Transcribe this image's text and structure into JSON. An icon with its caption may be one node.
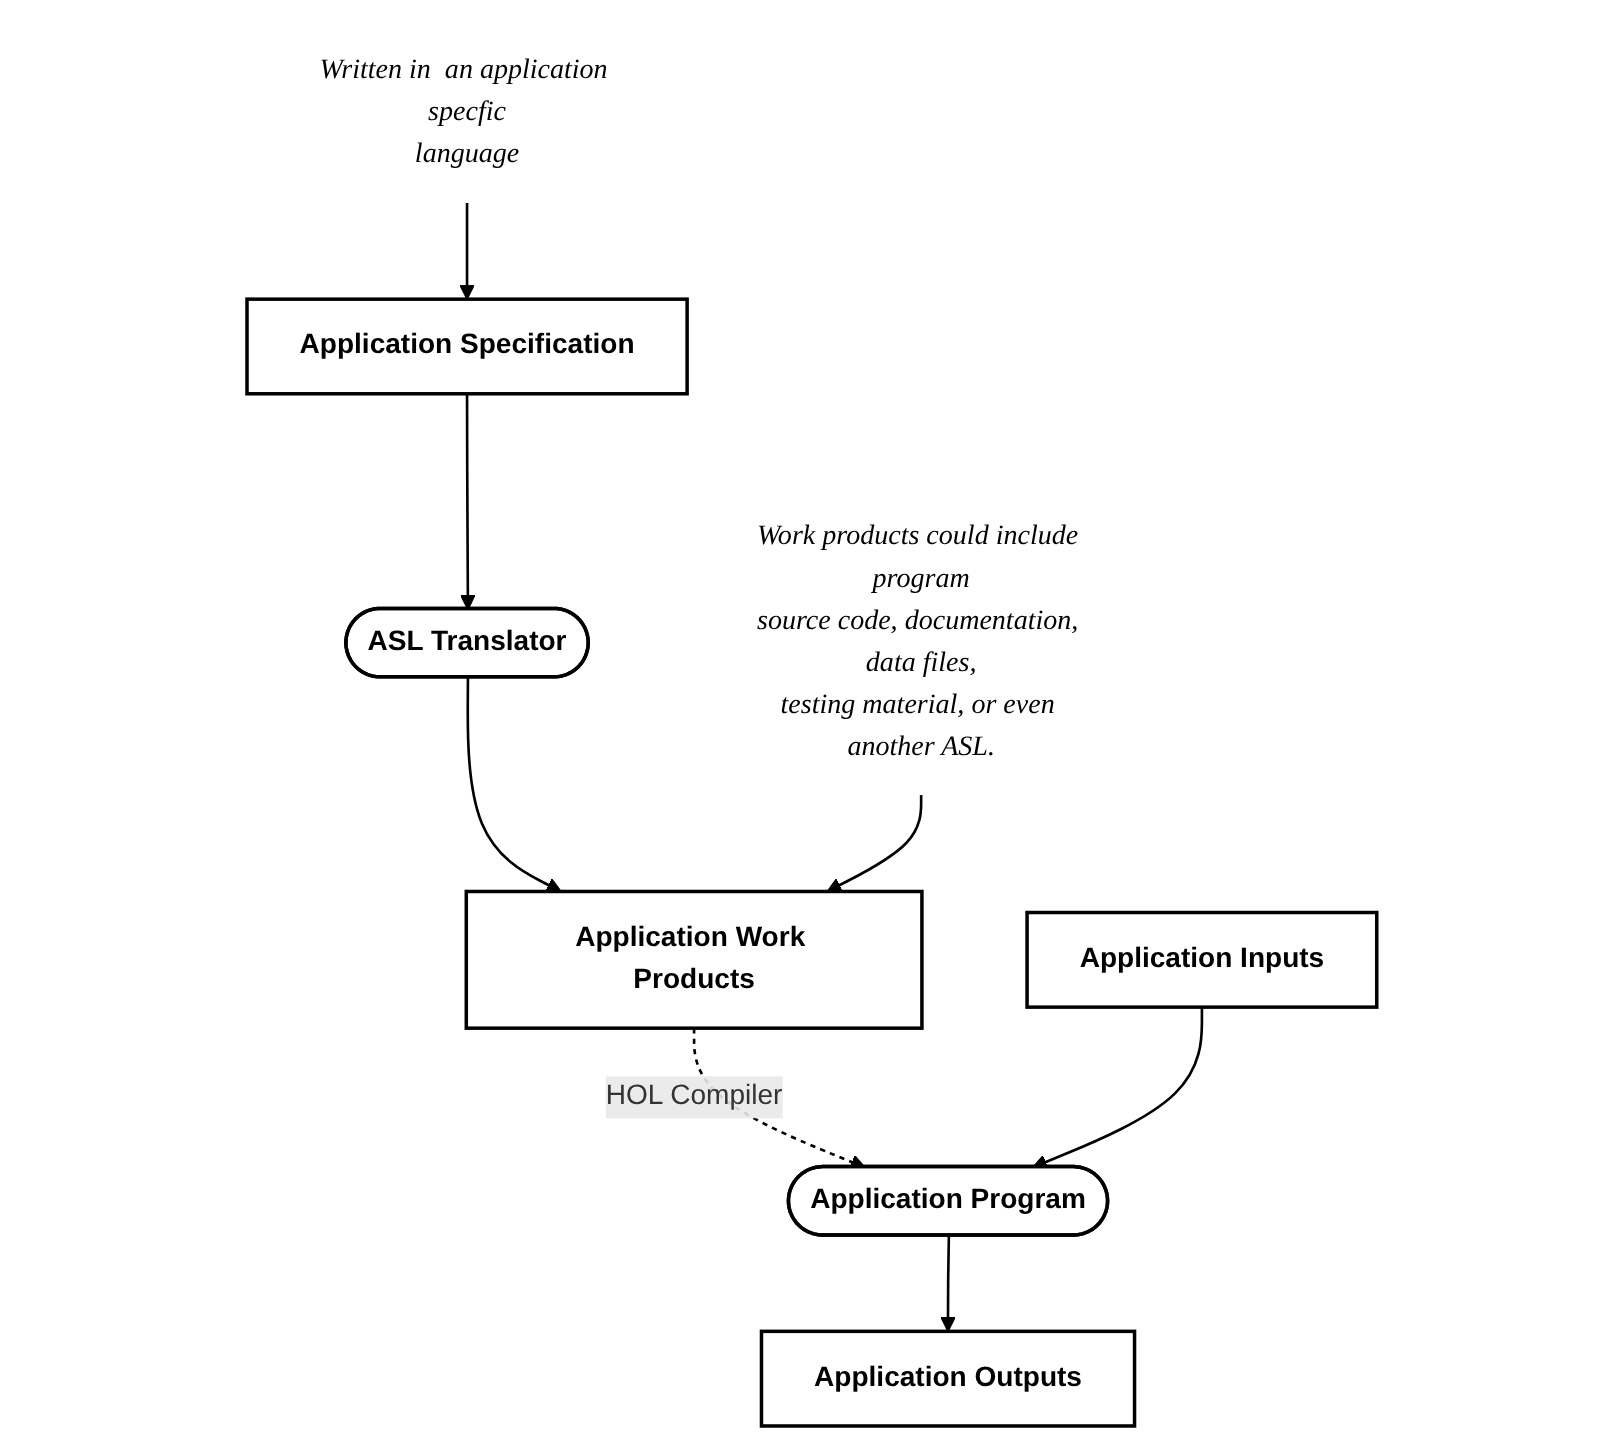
{
  "diagram": {
    "nodes": [
      {
        "text": [
          "Written in  an application specfic language"
        ]
      },
      {
        "text": [
          "Application Specification"
        ]
      },
      {
        "text": [
          "ASL Translator"
        ]
      },
      {
        "text": [
          "Application Inputs"
        ]
      },
      {
        "text": [
          "Application Work Products"
        ]
      },
      {
        "text": [
          "Application Program"
        ]
      },
      {
        "text": [
          "Work products could include program source code, documentation, data files, testing material, or even another ASL."
        ]
      },
      {
        "text": [
          "Application Outputs"
        ]
      }
    ],
    "edges": [
      {
        "from": 0,
        "to": 1,
        "arrow": "to"
      },
      {
        "from": 1,
        "to": 2,
        "arrow": "to"
      },
      {
        "from": 2,
        "to": 4,
        "arrow": "to"
      },
      {
        "from": 4,
        "to": 5,
        "arrow": "to",
        "style": "dashed",
        "label": "HOL Compiler"
      },
      {
        "from": 3,
        "to": 5,
        "arrow": "to"
      },
      {
        "from": 5,
        "to": 7,
        "arrow": "to"
      },
      {
        "from": 6,
        "to": 4,
        "arrow": "to"
      }
    ]
  }
}
